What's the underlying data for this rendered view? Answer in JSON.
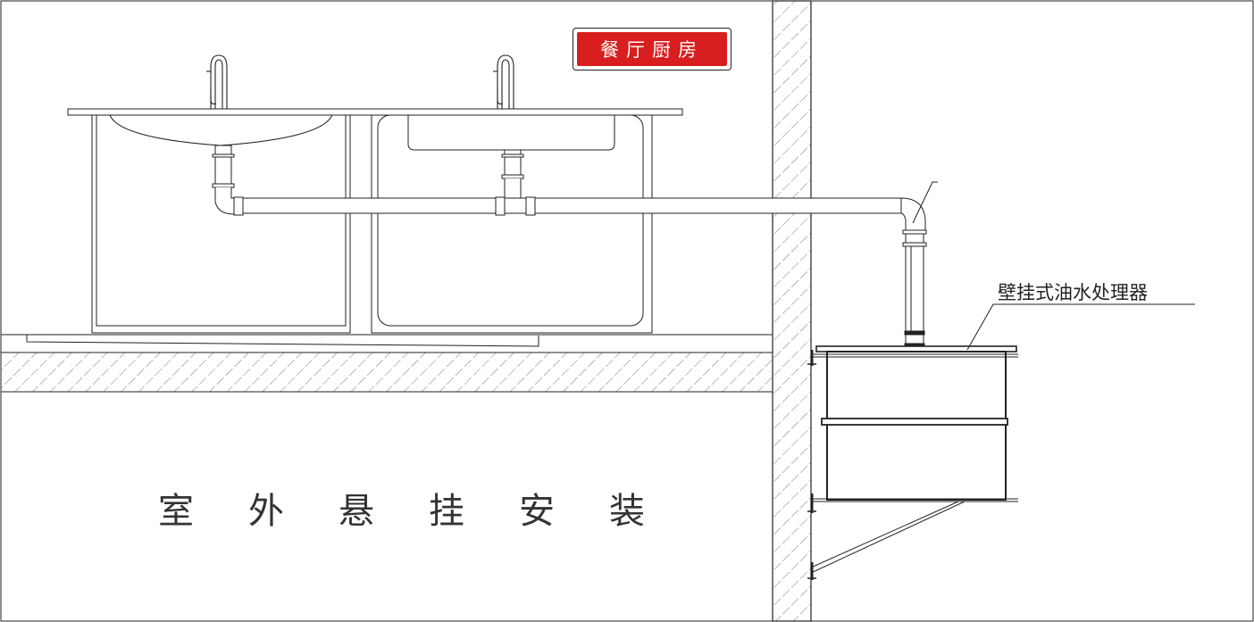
{
  "sign": {
    "text": "餐厅厨房",
    "bg_color": "#d81e1e",
    "text_color": "#ffffff"
  },
  "callout_label": "壁挂式油水处理器",
  "caption_chars": [
    "室",
    "外",
    "悬",
    "挂",
    "安",
    "装"
  ]
}
